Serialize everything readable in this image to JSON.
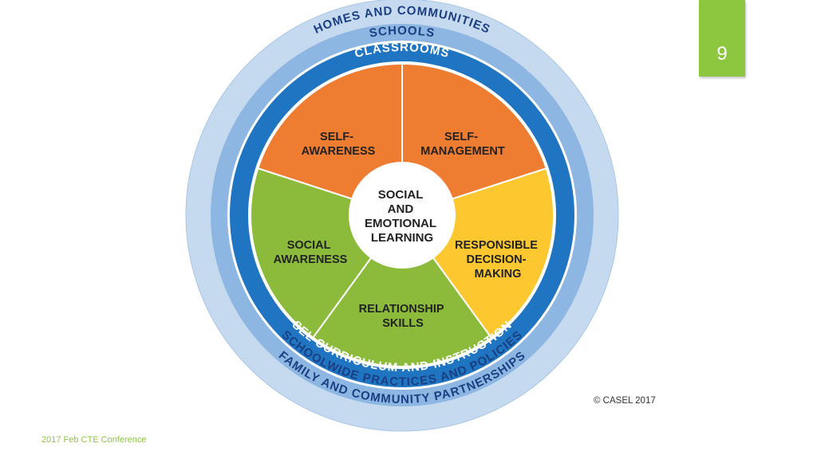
{
  "slide": {
    "page_number": "9",
    "copyright": "© CASEL 2017",
    "footer": "2017 Feb CTE Conference"
  },
  "rings": {
    "outer_top": "HOMES AND COMMUNITIES",
    "outer_bottom": "FAMILY AND COMMUNITY PARTNERSHIPS",
    "middle_top": "SCHOOLS",
    "middle_bottom": "SCHOOLWIDE PRACTICES AND POLICIES",
    "inner_top": "CLASSROOMS",
    "inner_bottom": "SEL CURRICULUM AND INSTRUCTION"
  },
  "segments": [
    {
      "id": "self-awareness",
      "lines": [
        "SELF-",
        "AWARENESS"
      ],
      "color": "#ef7d31"
    },
    {
      "id": "self-management",
      "lines": [
        "SELF-",
        "MANAGEMENT"
      ],
      "color": "#ef7d31"
    },
    {
      "id": "responsible-decision-making",
      "lines": [
        "RESPONSIBLE",
        "DECISION-",
        "MAKING"
      ],
      "color": "#fcc72f"
    },
    {
      "id": "relationship-skills",
      "lines": [
        "RELATIONSHIP",
        "SKILLS"
      ],
      "color": "#8cbb3c"
    },
    {
      "id": "social-awareness",
      "lines": [
        "SOCIAL",
        "AWARENESS"
      ],
      "color": "#8cbb3c"
    }
  ],
  "center": {
    "lines": [
      "SOCIAL",
      "AND",
      "EMOTIONAL",
      "LEARNING"
    ]
  },
  "colors": {
    "outer_ring": "#c5d9ef",
    "middle_ring": "#8db6e2",
    "inner_ring": "#1f75c1",
    "ring_text_dark": "#1b3f82",
    "ring_text_light": "#ffffff",
    "accent": "#8dc63f"
  }
}
